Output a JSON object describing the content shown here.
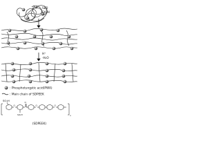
{
  "reagents": {
    "step1_top": "SPO",
    "step1_bottom": "EtOH",
    "step2_top": "H⁺",
    "step2_bottom": "-H₂O"
  },
  "legend": {
    "pwa": ": Phosphotungstic acid(PWA)",
    "chain": ": Main chain of SDPEEK"
  },
  "structure": {
    "so3h": "SO₃H",
    "caption": "(SDPEEK)"
  },
  "colors": {
    "ink": "#111111",
    "sphere_dark": "#333333",
    "sphere_light": "#d8d8d8"
  }
}
